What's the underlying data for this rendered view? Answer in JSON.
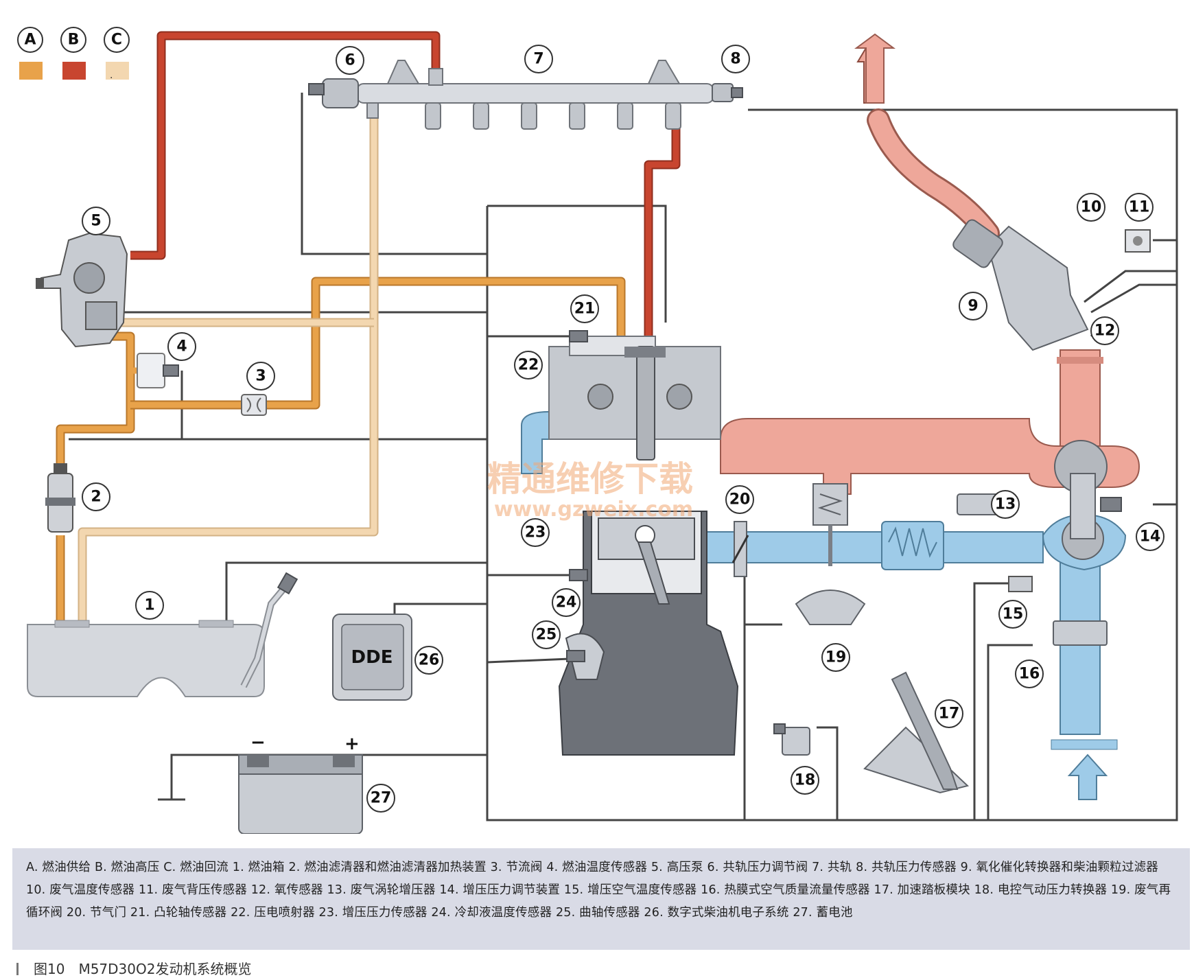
{
  "legend": [
    {
      "letter": "A",
      "color": "#e8a24a"
    },
    {
      "letter": "B",
      "color": "#c8452f"
    },
    {
      "letter": "C",
      "color": "#f3d7b0",
      "mark": "."
    }
  ],
  "colors": {
    "fuel_supply": "#e8a24a",
    "fuel_high_pressure": "#c8452f",
    "fuel_return": "#f3d7b0",
    "exhaust": "#eea79a",
    "intake_air": "#9ecbe8",
    "wiring": "#444444"
  },
  "components": {
    "c1": "1",
    "c2": "2",
    "c3": "3",
    "c4": "4",
    "c5": "5",
    "c6": "6",
    "c7": "7",
    "c8": "8",
    "c9": "9",
    "c10": "10",
    "c11": "11",
    "c12": "12",
    "c13": "13",
    "c14": "14",
    "c15": "15",
    "c16": "16",
    "c17": "17",
    "c18": "18",
    "c19": "19",
    "c20": "20",
    "c21": "21",
    "c22": "22",
    "c23": "23",
    "c24": "24",
    "c25": "25",
    "c26": "26",
    "c27": "27"
  },
  "dde_label": "DDE",
  "battery": {
    "minus": "−",
    "plus": "+"
  },
  "watermark": {
    "title": "精通维修下载",
    "url": "www.gzweix.com"
  },
  "caption": "A. 燃油供给 B. 燃油高压 C. 燃油回流 1. 燃油箱 2. 燃油滤清器和燃油滤清器加热装置 3. 节流阀 4. 燃油温度传感器 5. 高压泵 6. 共轨压力调节阀 7. 共轨 8. 共轨压力传感器 9. 氧化催化转换器和柴油颗粒过滤器 10. 废气温度传感器 11. 废气背压传感器 12. 氧传感器 13. 废气涡轮增压器 14. 增压压力调节装置 15. 增压空气温度传感器 16. 热膜式空气质量流量传感器 17. 加速踏板模块 18. 电控气动压力转换器 19. 废气再循环阀 20. 节气门 21. 凸轮轴传感器 22. 压电喷射器 23. 增压压力传感器 24. 冷却液温度传感器 25. 曲轴传感器 26. 数字式柴油机电子系统 27. 蓄电池",
  "figure_title": "图10　M57D30O2发动机系统概览"
}
